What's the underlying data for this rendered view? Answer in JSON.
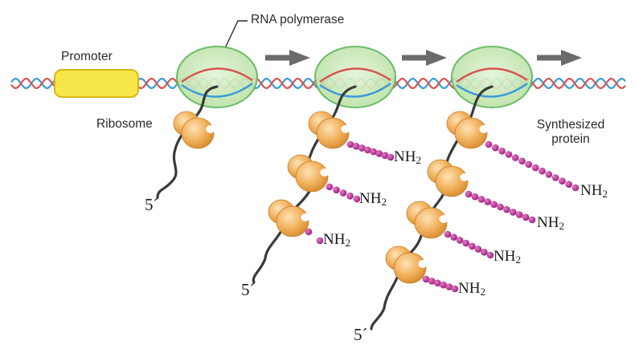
{
  "labels": {
    "promoter": "Promoter",
    "rna_polymerase": "RNA polymerase",
    "ribosome": "Ribosome",
    "synthesized_protein_line1": "Synthesized",
    "synthesized_protein_line2": "protein",
    "amino_terminus_base": "NH",
    "amino_terminus_sub": "2",
    "five_prime_end": "5´"
  },
  "colors": {
    "dna_strand_blue": "#3a9ad9",
    "dna_strand_red": "#d9534f",
    "promoter_fill": "#f7e64a",
    "polymerase_fill": "#c8e8b4",
    "polymerase_stroke": "#5cb85c",
    "ribosome_fill": "#f2b25e",
    "protein_bead": "#b0278c",
    "mrna_line": "#3a3a3a",
    "arrow": "#6b6b6b"
  }
}
